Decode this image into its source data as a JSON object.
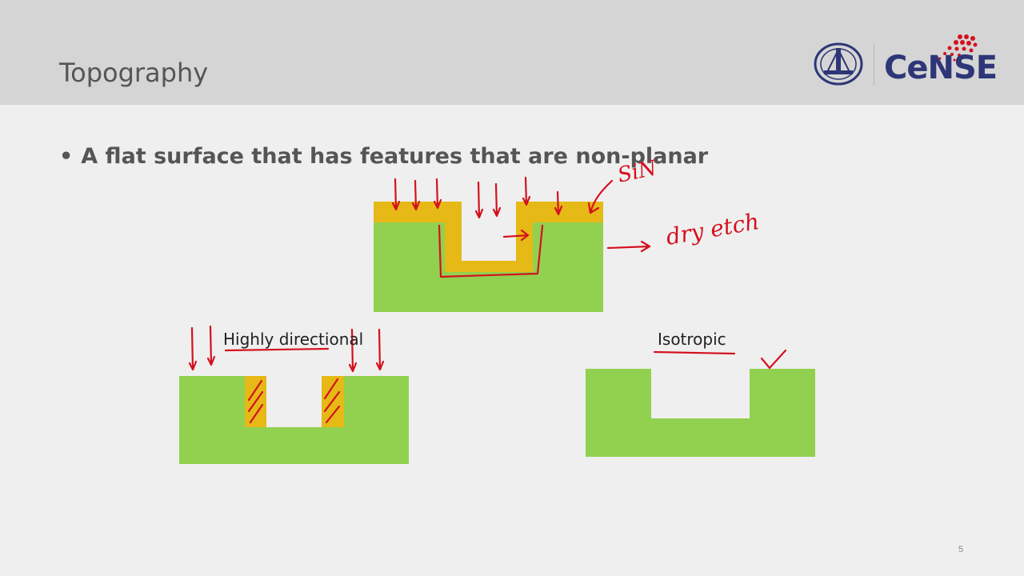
{
  "slide": {
    "title": "Topography",
    "bullet": "A flat surface that has features that are non-planar",
    "label_directional": "Highly directional",
    "label_isotropic": "Isotropic",
    "page_number": "5"
  },
  "logo": {
    "brand_text": "CeNSE",
    "emblem_icon": "iisc-emblem-icon",
    "dots_icon": "red-dot-cluster-icon"
  },
  "annotations": {
    "handwritten_sin": "SiN",
    "handwritten_dry_etch": "dry etch"
  },
  "colors": {
    "substrate_green": "#92d050",
    "film_yellow": "#e6b916",
    "ink_red": "#d4111e",
    "header_gray": "#d5d5d5",
    "brand_navy": "#2e3677"
  }
}
